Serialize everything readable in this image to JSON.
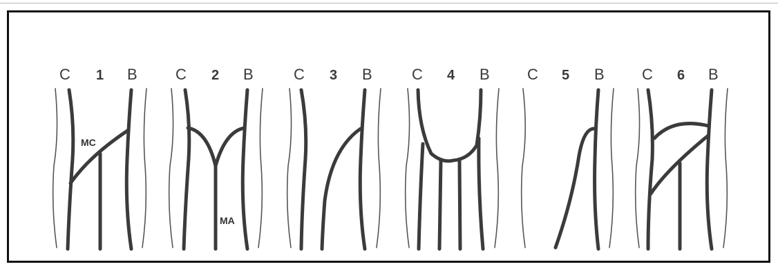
{
  "panels": [
    {
      "left": "C",
      "number": "1",
      "right": "B",
      "annotation": "MC"
    },
    {
      "left": "C",
      "number": "2",
      "right": "B",
      "annotation": "MA"
    },
    {
      "left": "C",
      "number": "3",
      "right": "B"
    },
    {
      "left": "C",
      "number": "4",
      "right": "B"
    },
    {
      "left": "C",
      "number": "5",
      "right": "B"
    },
    {
      "left": "C",
      "number": "6",
      "right": "B"
    }
  ],
  "colors": {
    "stroke": "#3b3b3b",
    "frame": "#111111",
    "background": "#ffffff"
  }
}
